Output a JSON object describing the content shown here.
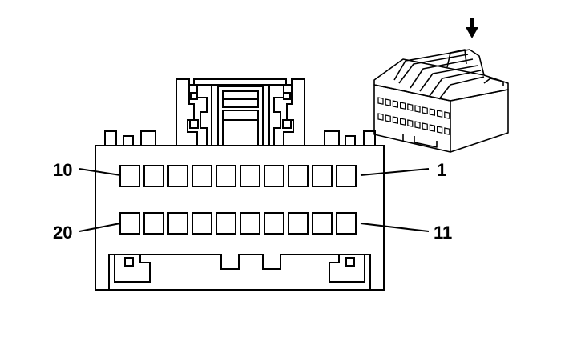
{
  "connector": {
    "rows": 2,
    "pins_per_row": 10,
    "pin_labels": {
      "top_left": "10",
      "top_right": "1",
      "bottom_left": "20",
      "bottom_right": "11"
    }
  },
  "view_indicator": {
    "icon": "down-arrow-icon"
  }
}
